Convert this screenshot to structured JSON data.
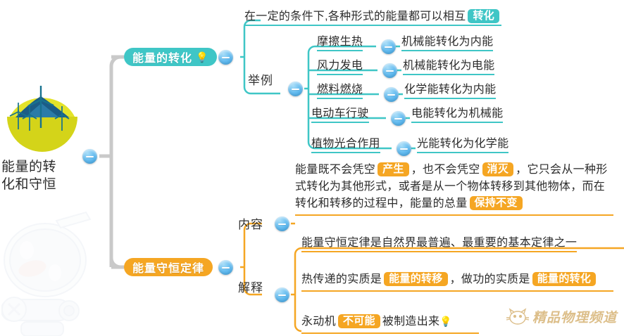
{
  "root": {
    "title_line1": "能量的转",
    "title_line2": "化和守恒",
    "image_name": "wind-turbines-hill-illustration"
  },
  "branches": {
    "conversion": {
      "label": "能量的转化",
      "icon": "bulb-icon",
      "icon_glyph": "💡",
      "color": "#3fc6c6",
      "definition": {
        "text_before": "在一定的条件下,各种形式的能量都可以相互",
        "tag": "转化",
        "tag_color": "#3fc6c6"
      },
      "examples_label": "举例",
      "examples": [
        {
          "cause": "摩擦生热",
          "effect": "机械能转化为内能"
        },
        {
          "cause": "风力发电",
          "effect": "机械能转化为电能"
        },
        {
          "cause": "燃料燃烧",
          "effect": "化学能转化为内能"
        },
        {
          "cause": "电动车行驶",
          "effect": "电能转化为机械能"
        },
        {
          "cause": "植物光合作用",
          "effect": "光能转化为化学能"
        }
      ]
    },
    "conservation": {
      "label": "能量守恒定律",
      "color": "#f5a623",
      "content_label": "内容",
      "content": {
        "seg1": "能量既不会凭空",
        "tag1": "产生",
        "seg2": "，也不会凭空",
        "tag2": "消灭",
        "seg3": "，它只会从一种形式转化为其他形式，或者是从一个物体转移到其他物体，而在转化和转移的过程中，能量的总量",
        "tag3": "保持不变"
      },
      "explain_label": "解释",
      "explanations": {
        "line1": "能量守恒定律是自然界最普遍、最重要的基本定律之一",
        "line2_seg1": "热传递的实质是",
        "line2_tag1": "能量的转移",
        "line2_seg2": "，做功的实质是",
        "line2_tag2": "能量的转化",
        "line3_seg1": "永动机",
        "line3_tag": "不可能",
        "line3_seg2": "被制造出来",
        "line3_icon": "bulb-icon",
        "line3_icon_glyph": "💡"
      }
    }
  },
  "watermark": {
    "channel_text": "精品物理频道",
    "logo_name": "cat-face-logo",
    "mascot_name": "robot-mascot-watermark"
  }
}
